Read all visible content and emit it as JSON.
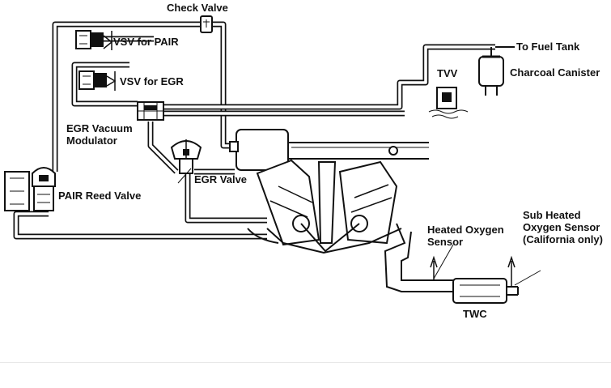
{
  "labels": {
    "check_valve": "Check Valve",
    "vsv_pair": "VSV for PAIR",
    "vsv_egr": "VSV for EGR",
    "to_fuel_tank": "To Fuel Tank",
    "tvv": "TVV",
    "charcoal_canister": "Charcoal Canister",
    "egr_vacuum_line1": "EGR Vacuum",
    "egr_vacuum_line2": "Modulator",
    "egr_valve": "EGR Valve",
    "pair_reed_valve": "PAIR Reed Valve",
    "heated_o2_line1": "Heated Oxygen",
    "heated_o2_line2": "Sensor",
    "sub_heated_line1": "Sub Heated",
    "sub_heated_line2": "Oxygen Sensor",
    "sub_heated_line3": "(California only)",
    "twc": "TWC"
  },
  "colors": {
    "line": "#111111",
    "background": "#ffffff"
  }
}
